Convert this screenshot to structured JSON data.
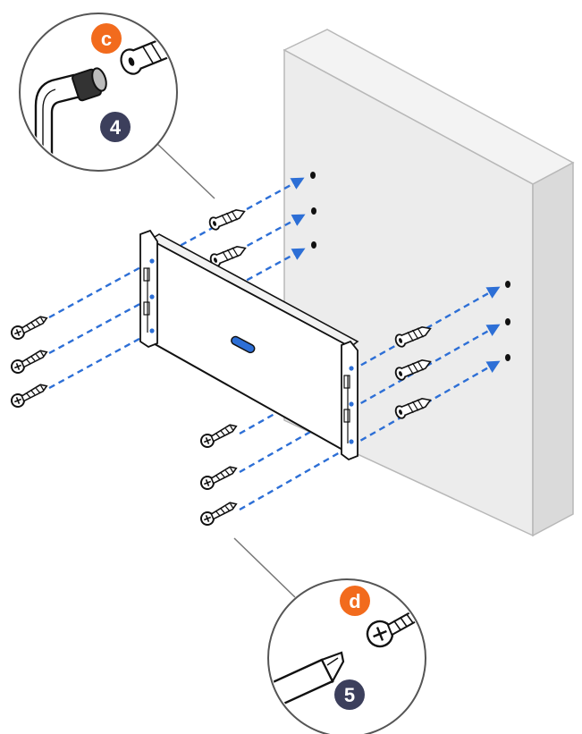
{
  "callouts": [
    {
      "letter": "c",
      "step": "4",
      "tool": "hammer",
      "item": "wall-anchor"
    },
    {
      "letter": "d",
      "step": "5",
      "tool": "screwdriver",
      "item": "screw"
    }
  ],
  "colors": {
    "wall_front": "#ececec",
    "wall_side": "#dadada",
    "wall_top": "#f3f3f3",
    "arrow": "#2d6fd6",
    "letter_badge": "#f26b1d",
    "step_badge": "#3c3f5c",
    "outline": "#111111"
  },
  "icons": [
    "hammer-icon",
    "wall-anchor-icon",
    "screwdriver-icon",
    "screw-icon",
    "arrow-icon",
    "mounting-bracket-icon"
  ]
}
